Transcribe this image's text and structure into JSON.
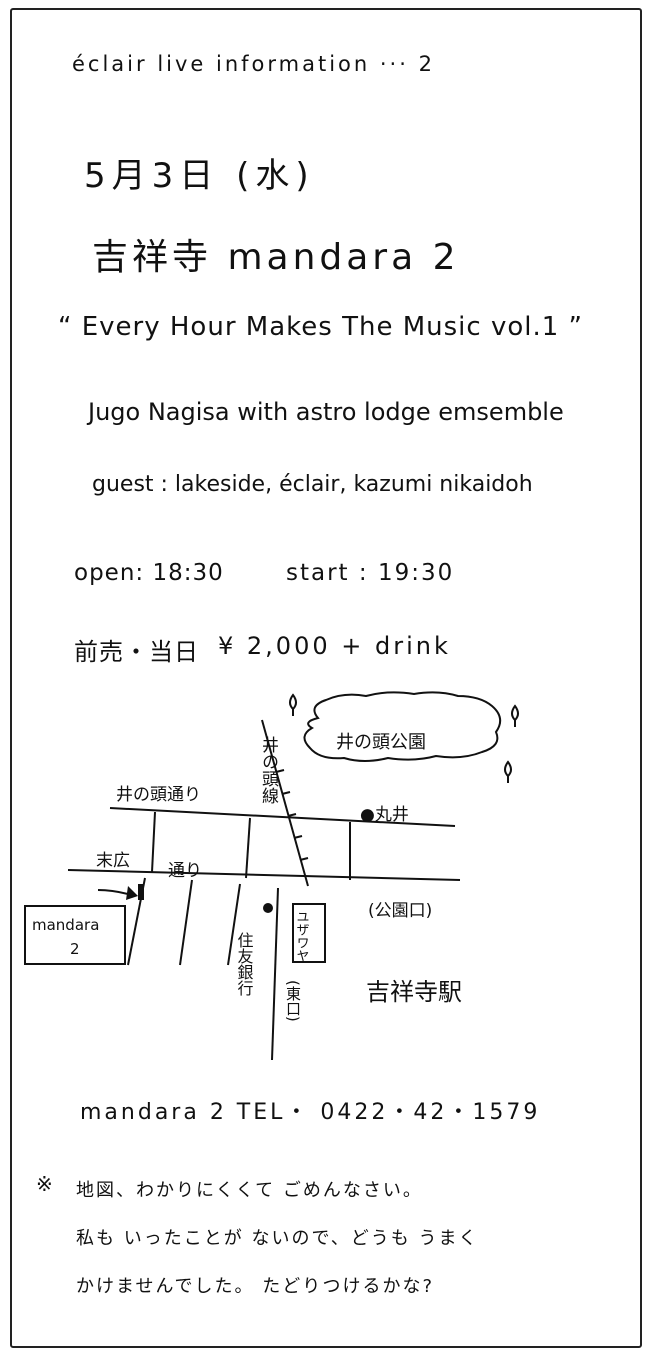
{
  "header": {
    "line": "éclair live information ··· 2"
  },
  "event": {
    "date": "5月3日 (水)",
    "venue": "吉祥寺  mandara 2",
    "title": "“ Every Hour Makes The Music vol.1 ”",
    "artist": "Jugo Nagisa  with astro lodge emsemble",
    "guest": "guest :  lakeside, éclair, kazumi nikaidoh",
    "open": "open: 18:30",
    "start": "start : 19:30",
    "price_label": "前売・当日",
    "price": "¥ 2,000 + drink"
  },
  "map": {
    "park": "井の頭公園",
    "street_inokashira": "井の頭通り",
    "line_inokashira": "井の頭線",
    "marui": "●丸井",
    "street_suehiro_1": "末広",
    "street_suehiro_2": "通り",
    "venue_box_1": "mandara",
    "venue_box_2": "2",
    "bank": "住友銀行",
    "yodobashi": "ユザワヤ",
    "park_exit": "(公園口)",
    "east_exit": "(東口)",
    "station": "吉祥寺駅"
  },
  "contact": {
    "line": "mandara 2    TEL・ 0422・42・1579"
  },
  "note": {
    "mark": "※",
    "line1": "地図、わかりにくくて  ごめんなさい。",
    "line2": "私も  いったことが  ないので、どうも  うまく",
    "line3": "かけませんでした。   たどりつけるかな?"
  }
}
